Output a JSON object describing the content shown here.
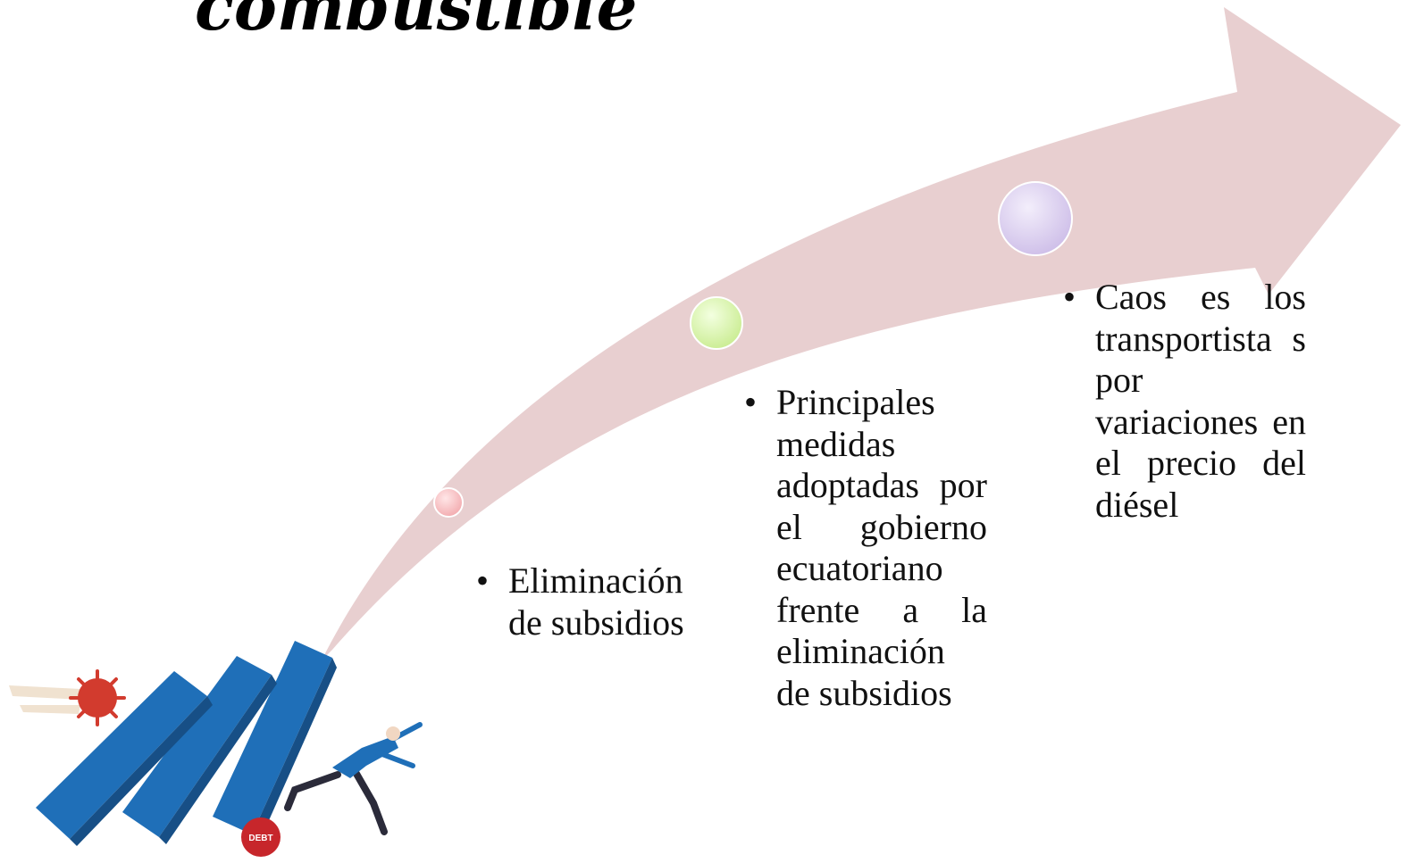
{
  "title": "combustible",
  "colors": {
    "arrow_fill": "#e8cfd0",
    "node_1": "#f6c2c4",
    "node_2": "#d9f2b0",
    "node_3": "#dcd0ee",
    "dominoes": "#1f6fb8",
    "virus": "#d23b2e"
  },
  "steps": [
    {
      "bullet": "•",
      "text": "Eliminación de subsidios"
    },
    {
      "bullet": "•",
      "text": "Principales medidas adoptadas por el gobierno ecuatoriano frente a la eliminación de subsidios"
    },
    {
      "bullet": "•",
      "text": "Caos es los transportista s por variaciones en el precio del diésel"
    }
  ],
  "illustration": {
    "badge_text": "DEBT",
    "icons": [
      "falling-dominoes-icon",
      "virus-icon",
      "running-businessman-icon"
    ]
  }
}
